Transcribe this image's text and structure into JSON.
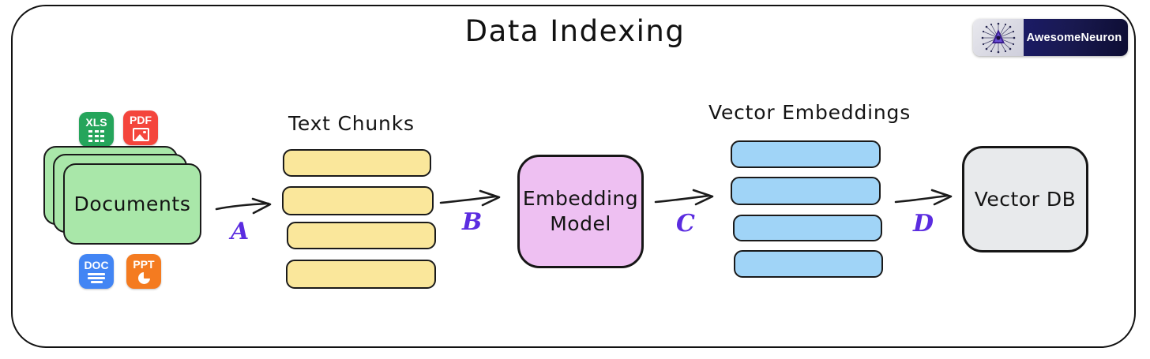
{
  "diagram": {
    "title": "Data Indexing",
    "frame_color": "#111111",
    "background": "#ffffff"
  },
  "logo": {
    "name": "AwesomeNeuron",
    "icon": "neuron-starburst-icon",
    "icon_bg": "#e3e3ea",
    "text_bg": "#191950",
    "text_color": "#ffffff"
  },
  "documents": {
    "label": "Documents",
    "color": "#a9e7a9",
    "card_count": 3,
    "file_icons": [
      {
        "label": "XLS",
        "glyph": "spreadsheet-grid-icon",
        "color": "#25A55B"
      },
      {
        "label": "PDF",
        "glyph": "image-icon",
        "color": "#F4453C"
      },
      {
        "label": "DOC",
        "glyph": "text-lines-icon",
        "color": "#4285F4"
      },
      {
        "label": "PPT",
        "glyph": "pie-chart-icon",
        "color": "#F47B20"
      }
    ]
  },
  "chunks": {
    "caption": "Text Chunks",
    "color": "#fae79b",
    "count": 4
  },
  "embedding_model": {
    "line1": "Embedding",
    "line2": "Model",
    "color": "#eec0f2"
  },
  "embeddings": {
    "caption": "Vector Embeddings",
    "color": "#a0d4f7",
    "count": 4
  },
  "vector_db": {
    "label": "Vector DB",
    "color": "#e8eaec"
  },
  "arrows": [
    {
      "id": "A",
      "letter": "A",
      "from": "documents",
      "to": "chunks",
      "color": "#5b2ce0"
    },
    {
      "id": "B",
      "letter": "B",
      "from": "chunks",
      "to": "embedding_model",
      "color": "#5b2ce0"
    },
    {
      "id": "C",
      "letter": "C",
      "from": "embedding_model",
      "to": "embeddings",
      "color": "#5b2ce0"
    },
    {
      "id": "D",
      "letter": "D",
      "from": "embeddings",
      "to": "vector_db",
      "color": "#5b2ce0"
    }
  ]
}
